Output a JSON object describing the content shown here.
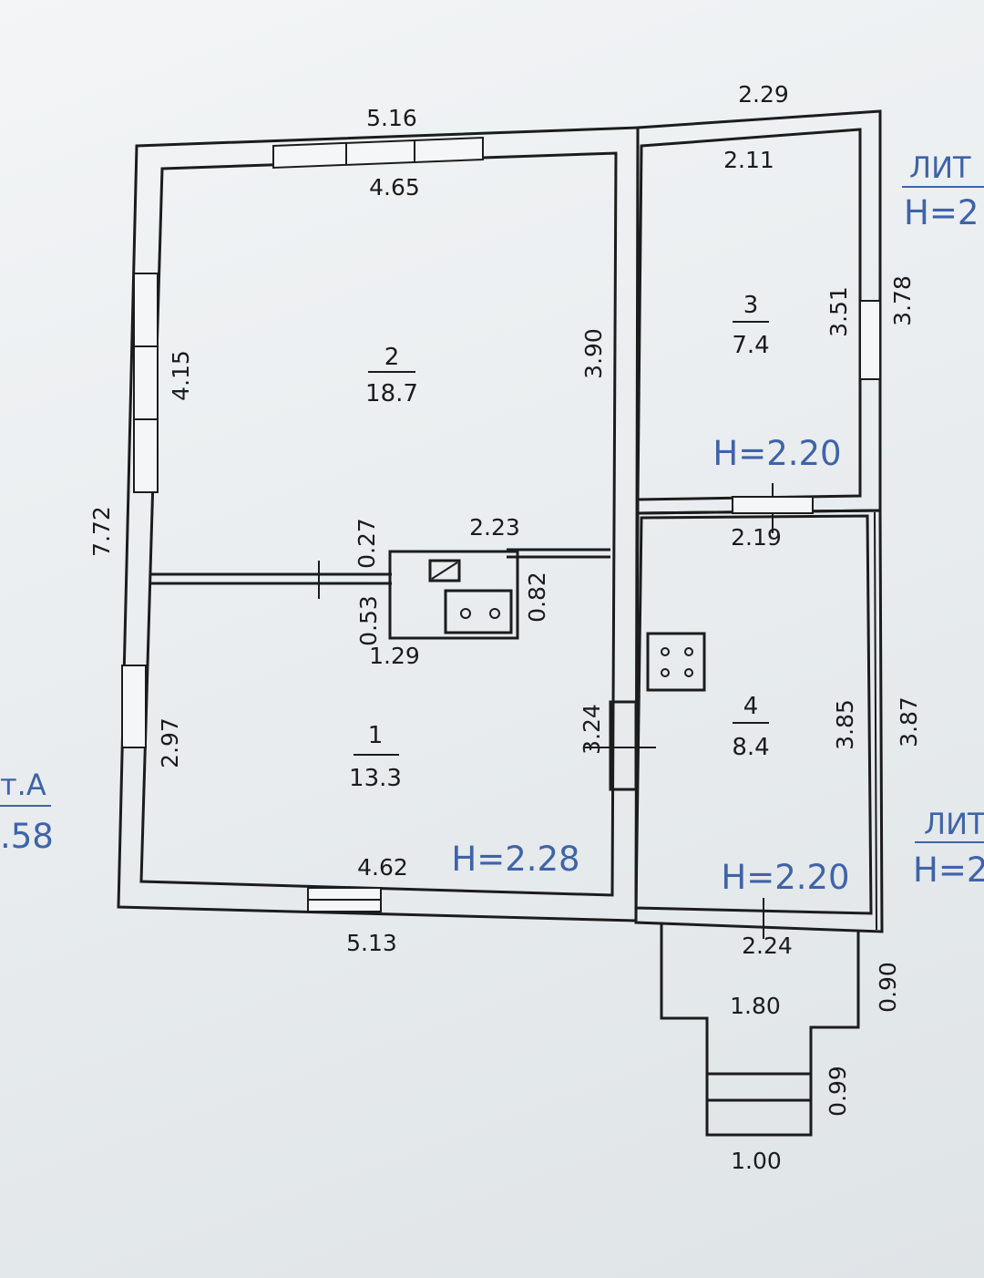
{
  "rooms": [
    {
      "number": "1",
      "area": "13.3"
    },
    {
      "number": "2",
      "area": "18.7"
    },
    {
      "number": "3",
      "area": "7.4"
    },
    {
      "number": "4",
      "area": "8.4"
    }
  ],
  "heights": {
    "main": "H=2.28",
    "room3": "H=2.20",
    "room4": "H=2.20",
    "side_top": "H=2",
    "side_bottom": "H=2",
    "side_left": ".58"
  },
  "labels": {
    "lit_top": "ЛИТ",
    "lit_bottom": "ЛИТ",
    "lit_left": "т.А"
  },
  "dimensions": {
    "top_outer": "5.16",
    "top_inner": "4.65",
    "right_top": "2.29",
    "r3_top": "2.11",
    "r3_height": "3.51",
    "r3_outer": "3.78",
    "left_outer": "7.72",
    "r2_left": "4.15",
    "r2_right": "3.90",
    "r1_left": "2.97",
    "r1_right": "3.24",
    "bottom_inner": "4.62",
    "bottom_outer": "5.13",
    "stove_top": "2.23",
    "stove_bottom": "1.29",
    "stove_a": "0.27",
    "stove_b": "0.53",
    "stove_c": "0.82",
    "r4_top": "2.19",
    "r4_height": "3.85",
    "r4_outer": "3.87",
    "r4_bottom": "2.24",
    "porch_width": "1.80",
    "porch_depth": "0.90",
    "steps_depth": "0.99",
    "steps_width": "1.00"
  }
}
